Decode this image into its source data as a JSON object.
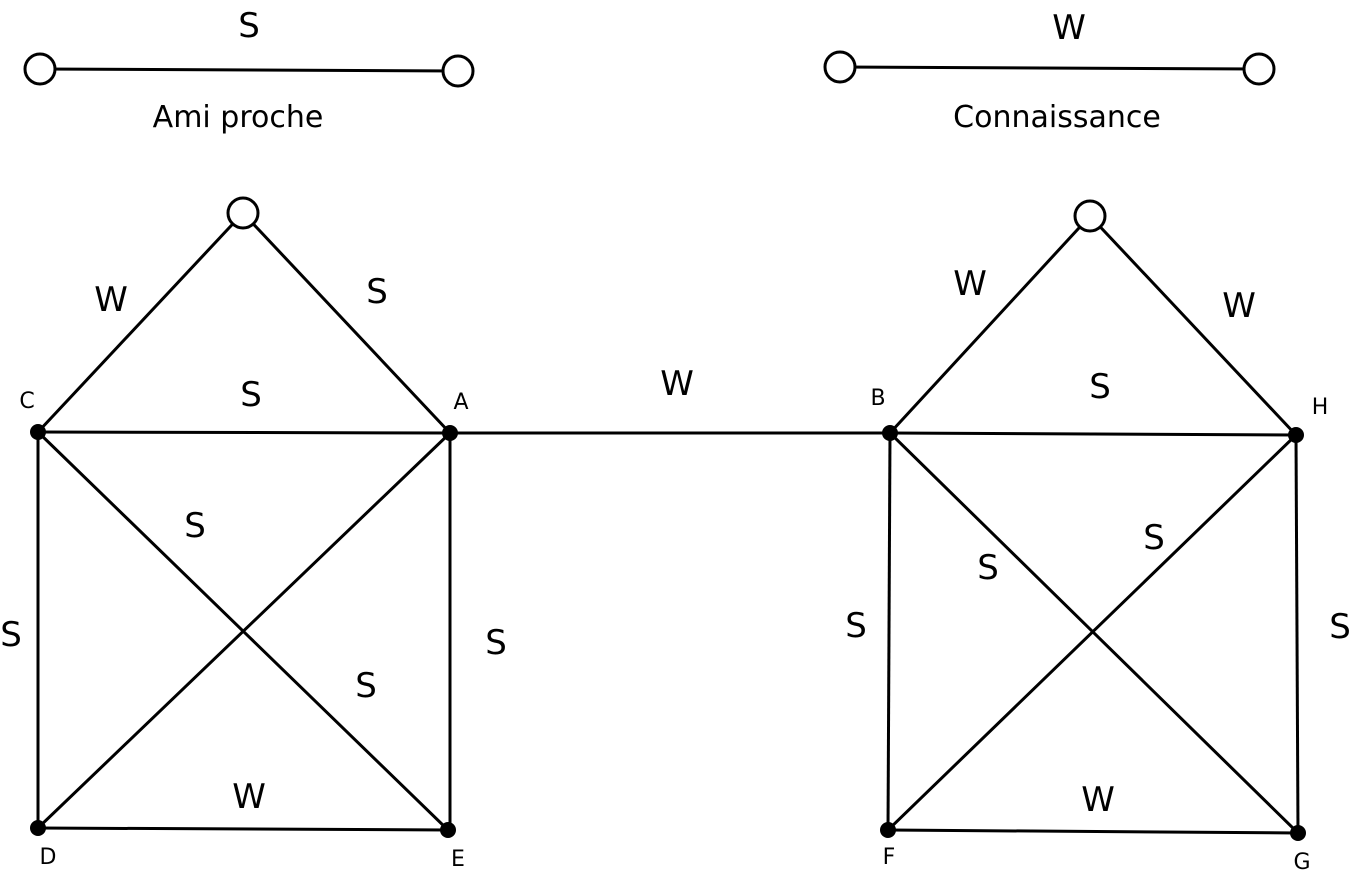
{
  "legend": {
    "strong": {
      "edge_label": "S",
      "caption": "Ami proche"
    },
    "weak": {
      "edge_label": "W",
      "caption": "Connaissance"
    }
  },
  "nodes": {
    "A": "A",
    "B": "B",
    "C": "C",
    "D": "D",
    "E": "E",
    "F": "F",
    "G": "G",
    "H": "H"
  },
  "edges": {
    "left_apex_c": "W",
    "left_apex_a": "S",
    "c_a": "S",
    "c_e": "S",
    "c_d": "S",
    "a_d": "S",
    "a_e": "S",
    "d_e": "W",
    "a_b": "W",
    "right_apex_b": "W",
    "right_apex_h": "W",
    "b_h": "S",
    "b_g": "S",
    "h_f": "S",
    "b_f": "S",
    "h_g": "S",
    "f_g": "W"
  },
  "colors": {
    "stroke": "#000000",
    "background": "#ffffff"
  }
}
